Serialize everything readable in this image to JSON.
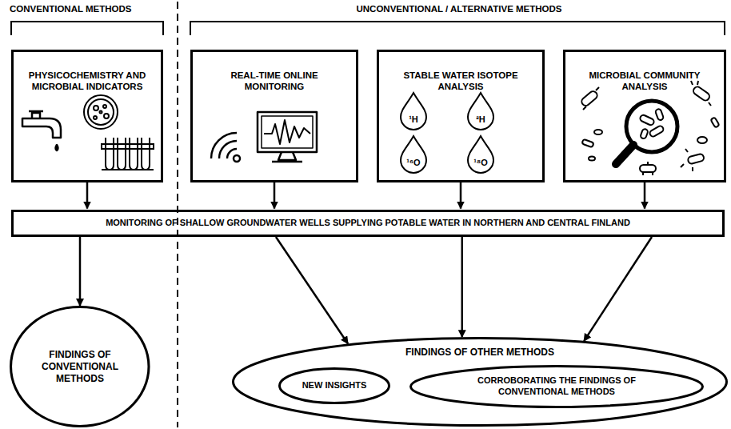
{
  "diagram": {
    "nodes": [
      {
        "text": [
          "PHYSICOCHEMISTRY AND MICROBIAL INDICATORS"
        ]
      },
      {
        "text": [
          "REAL-TIME ONLINE MONITORING"
        ]
      },
      {
        "text": [
          "STABLE WATER ISOTOPE ANALYSIS"
        ]
      },
      {
        "text": [
          "MICROBIAL COMMUNITY ANALYSIS"
        ]
      },
      {
        "text": [
          "MONITORING OF SHALLOW GROUNDWATER WELLS SUPPLYING POTABLE WATER IN NORTHERN AND CENTRAL FINLAND"
        ]
      },
      {
        "text": [
          "FINDINGS OF CONVENTIONAL METHODS"
        ]
      },
      {
        "text": [
          "FINDINGS OF OTHER METHODS"
        ]
      },
      {
        "text": [
          "NEW INSIGHTS"
        ],
        "in": 6
      },
      {
        "text": [
          "CORROBORATING THE FINDINGS OF CONVENTIONAL METHODS"
        ],
        "in": 6
      }
    ],
    "edges": [
      {
        "from": 0,
        "to": 4,
        "arrow": "to"
      },
      {
        "from": 1,
        "to": 4,
        "arrow": "to"
      },
      {
        "from": 2,
        "to": 4,
        "arrow": "to"
      },
      {
        "from": 3,
        "to": 4,
        "arrow": "to"
      },
      {
        "from": 4,
        "to": 5,
        "arrow": "to"
      },
      {
        "from": 4,
        "to": 6,
        "arrow": "to"
      },
      {
        "from": 4,
        "to": 6,
        "arrow": "to"
      },
      {
        "from": 4,
        "to": 6,
        "arrow": "to"
      }
    ],
    "labels": [
      "CONVENTIONAL METHODS",
      "UNCONVENTIONAL / ALTERNATIVE METHODS",
      "¹H",
      "²H",
      "¹⁶O",
      "¹⁸O"
    ]
  }
}
